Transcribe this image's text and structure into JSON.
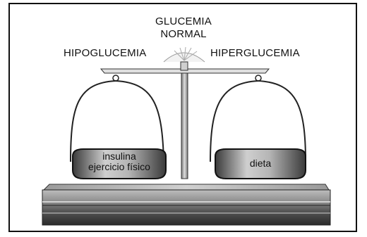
{
  "labels": {
    "center_line1": "GLUCEMIA",
    "center_line2": "NORMAL",
    "left": "HIPOGLUCEMIA",
    "right": "HIPERGLUCEMIA"
  },
  "left_pan": {
    "line1": "insulina",
    "line2": "ejercicio físico"
  },
  "right_pan": {
    "line1": "dieta"
  }
}
